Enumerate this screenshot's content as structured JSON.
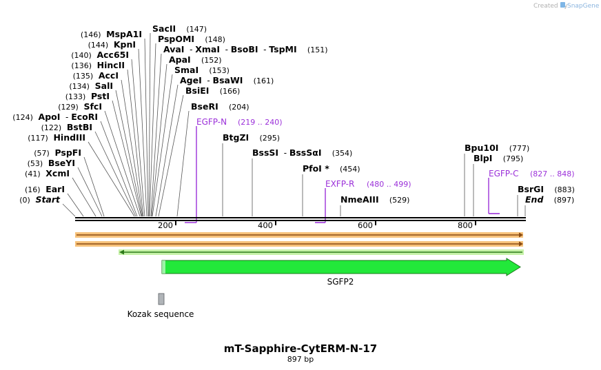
{
  "title": "mT-Sapphire-CytERM-N-17",
  "length_label": "897 bp",
  "credit": {
    "prefix": "Created by",
    "brand": "SnapGene"
  },
  "axis": {
    "ticks": [
      200,
      400,
      600,
      800
    ]
  },
  "sites": [
    {
      "id": "start",
      "name": "Start",
      "pos": "(0)",
      "italic": true
    },
    {
      "id": "eari",
      "name": "EarI",
      "pos": "(16)"
    },
    {
      "id": "xcmi",
      "name": "XcmI",
      "pos": "(41)"
    },
    {
      "id": "bseyi",
      "name": "BseYI",
      "pos": "(53)"
    },
    {
      "id": "pspfi",
      "name": "PspFI",
      "pos": "(57)"
    },
    {
      "id": "hindiii",
      "name": "HindIII",
      "pos": "(117)"
    },
    {
      "id": "bstbi",
      "name": "BstBI",
      "pos": "(122)"
    },
    {
      "id": "apoi",
      "name": "ApoI",
      "sep": "-",
      "name2": "EcoRI",
      "pos": "(124)"
    },
    {
      "id": "sfci",
      "name": "SfcI",
      "pos": "(129)"
    },
    {
      "id": "psti",
      "name": "PstI",
      "pos": "(133)"
    },
    {
      "id": "sali",
      "name": "SalI",
      "pos": "(134)"
    },
    {
      "id": "acci",
      "name": "AccI",
      "pos": "(135)"
    },
    {
      "id": "hincii",
      "name": "HincII",
      "pos": "(136)"
    },
    {
      "id": "acc65i",
      "name": "Acc65I",
      "pos": "(140)"
    },
    {
      "id": "kpni",
      "name": "KpnI",
      "pos": "(144)"
    },
    {
      "id": "mspa1i",
      "name": "MspA1I",
      "pos": "(146)"
    },
    {
      "id": "sacii",
      "name": "SacII",
      "pos": "(147)"
    },
    {
      "id": "pspomi",
      "name": "PspOMI",
      "pos": "(148)"
    },
    {
      "id": "avai",
      "name": "AvaI",
      "sep": "-",
      "name2": "XmaI",
      "sep2": "-",
      "name3": "BsoBI",
      "sep3": "-",
      "name4": "TspMI",
      "pos": "(151)"
    },
    {
      "id": "apai",
      "name": "ApaI",
      "pos": "(152)"
    },
    {
      "id": "smai",
      "name": "SmaI",
      "pos": "(153)"
    },
    {
      "id": "agei",
      "name": "AgeI",
      "sep": "-",
      "name2": "BsaWI",
      "pos": "(161)"
    },
    {
      "id": "bsiei",
      "name": "BsiEI",
      "pos": "(166)"
    },
    {
      "id": "bseri",
      "name": "BseRI",
      "pos": "(204)"
    },
    {
      "id": "btgzi",
      "name": "BtgZI",
      "pos": "(295)"
    },
    {
      "id": "bsssi",
      "name": "BssSI",
      "sep": "-",
      "name2": "BssSαI",
      "pos": "(354)"
    },
    {
      "id": "pfoi",
      "name": "PfoI *",
      "pos": "(454)"
    },
    {
      "id": "nmeaiii",
      "name": "NmeAIII",
      "pos": "(529)"
    },
    {
      "id": "bpu10i",
      "name": "Bpu10I",
      "pos": "(777)"
    },
    {
      "id": "blpi",
      "name": "BlpI",
      "pos": "(795)"
    },
    {
      "id": "bsrgi",
      "name": "BsrGI",
      "pos": "(883)"
    },
    {
      "id": "end",
      "name": "End",
      "pos": "(897)",
      "italic": true
    }
  ],
  "primers": [
    {
      "id": "egfp-n",
      "name": "EGFP-N",
      "range": "(219 .. 240)"
    },
    {
      "id": "exfp-r",
      "name": "EXFP-R",
      "range": "(480 .. 499)"
    },
    {
      "id": "egfp-c",
      "name": "EGFP-C",
      "range": "(827 .. 848)"
    }
  ],
  "features": [
    {
      "id": "sgfp2",
      "name": "SGFP2"
    },
    {
      "id": "kozak",
      "name": "Kozak sequence"
    }
  ],
  "colors": {
    "primer": "#9b30d9",
    "feature_green": "#22e83a",
    "orf_orange": "#f7c27a",
    "orf_brown": "#8a4b12",
    "orf_green_fill": "#c6f2a8",
    "orf_green_line": "#2d7a1a",
    "kozak_gray": "#b0b4b8"
  }
}
